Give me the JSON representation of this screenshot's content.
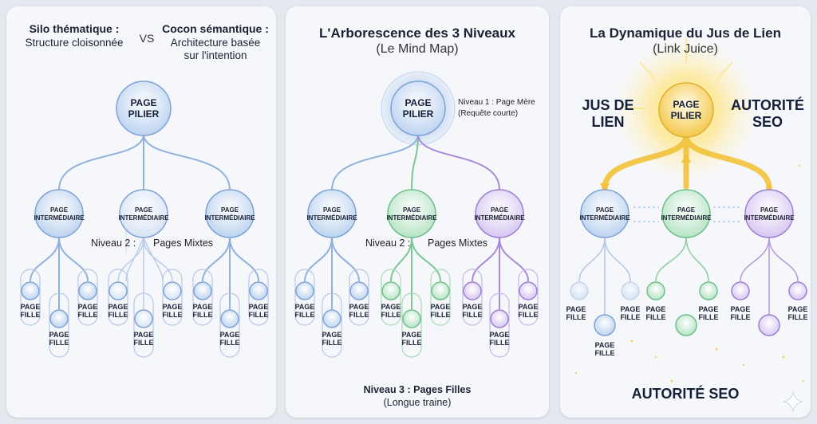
{
  "panel1": {
    "silo_title": "Silo thématique :",
    "silo_sub": "Structure cloisonnée",
    "vs": "VS",
    "cocon_title": "Cocon sémantique :",
    "cocon_sub1": "Architecture basée",
    "cocon_sub2": "sur l'intention",
    "pilier": "PAGE\nPILIER",
    "intermediaire": "PAGE\nINTERMÉDIAIRE",
    "fille": "PAGE\nFILLE",
    "niveau2": "Niveau 2 :",
    "pages_mixtes": "Pages Mixtes"
  },
  "panel2": {
    "title": "L'Arborescence des 3 Niveaux",
    "subtitle": "(Le Mind Map)",
    "niveau1_line1": "Niveau 1 : Page Mère",
    "niveau1_line2": "(Requête courte)",
    "pilier": "PAGE\nPILIER",
    "intermediaire": "PAGE\nINTERMÉDIAIRE",
    "fille": "PAGE\nFILLE",
    "niveau2": "Niveau 2 :",
    "pages_mixtes": "Pages Mixtes",
    "niveau3": "Niveau 3 : Pages Filles",
    "longue_traine": "(Longue traine)"
  },
  "panel3": {
    "title": "La Dynamique du Jus de Lien",
    "subtitle": "(Link Juice)",
    "jus_de_lien": "JUS DE\nLIEN",
    "autorite_seo_top": "AUTORITÉ\nSEO",
    "autorite_seo_bottom": "AUTORITÉ SEO",
    "pilier": "PAGE\nPILIER",
    "intermediaire": "PAGE\nINTERMÉDIAIRE",
    "fille": "PAGE\nFILLE"
  },
  "colors": {
    "blue": "#9cbde6",
    "green": "#8fcfa6",
    "purple": "#b89ee0",
    "gold": "#f2c23a"
  }
}
